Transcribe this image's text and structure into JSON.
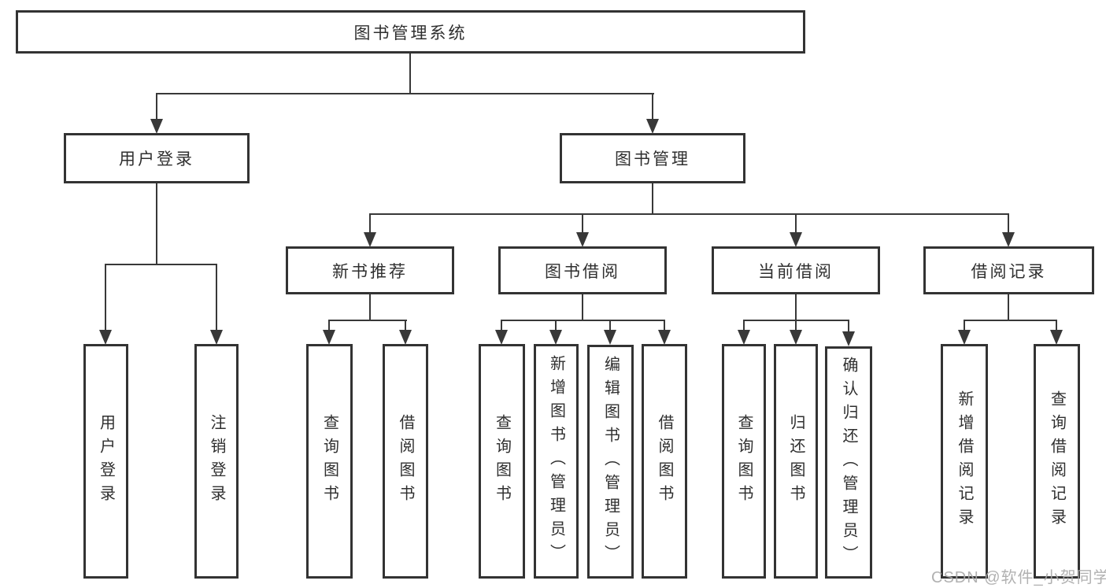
{
  "diagram": {
    "title": "图书管理系统",
    "type": "功能结构图 (functional structure tree)",
    "nodes": {
      "root": "图书管理系统",
      "userLogin": "用户登录",
      "bookMgmt": "图书管理",
      "newBookRec": "新书推荐",
      "bookBorrow": "图书借阅",
      "currentBorrow": "当前借阅",
      "borrowRecords": "借阅记录",
      "leafUserLogin": "用户登录",
      "leafLogout": "注销登录",
      "leafQueryBookB": "查询图书",
      "leafBorrowBookB": "借阅图书",
      "leafQueryBookC": "查询图书",
      "leafAddBook": "新增图书（管理员）",
      "leafEditBook": "编辑图书（管理员）",
      "leafBorrowBookC": "借阅图书",
      "leafQueryBookD": "查询图书",
      "leafReturnBook": "归还图书",
      "leafConfirmReturn": "确认归还（管理员）",
      "leafAddRecord": "新增借阅记录",
      "leafQueryRecord": "查询借阅记录"
    },
    "hierarchy": {
      "图书管理系统": {
        "用户登录": [
          "用户登录",
          "注销登录"
        ],
        "图书管理": {
          "新书推荐": [
            "查询图书",
            "借阅图书"
          ],
          "图书借阅": [
            "查询图书",
            "新增图书（管理员）",
            "编辑图书（管理员）",
            "借阅图书"
          ],
          "当前借阅": [
            "查询图书",
            "归还图书",
            "确认归还（管理员）"
          ],
          "借阅记录": [
            "新增借阅记录",
            "查询借阅记录"
          ]
        }
      }
    },
    "colors": {
      "line": "#383838",
      "border": "#333333",
      "text": "#2f2f2f",
      "watermark": "#a8a8a8",
      "background": "#ffffff"
    },
    "watermark": "CSDN @软件_小贺同学"
  }
}
